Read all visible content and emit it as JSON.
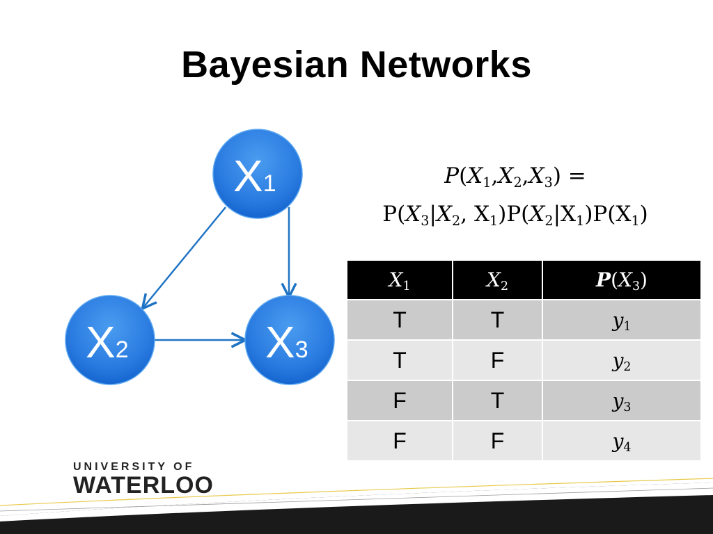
{
  "slide": {
    "title": "Bayesian Networks"
  },
  "graph": {
    "nodes": [
      {
        "id": "x1",
        "name": "X",
        "sub": "1"
      },
      {
        "id": "x2",
        "name": "X",
        "sub": "2"
      },
      {
        "id": "x3",
        "name": "X",
        "sub": "3"
      }
    ],
    "edges": [
      {
        "from": "x1",
        "to": "x2"
      },
      {
        "from": "x1",
        "to": "x3"
      },
      {
        "from": "x2",
        "to": "x3"
      }
    ],
    "colors": {
      "node_fill": "#2a7be0",
      "edge": "#1f73c4"
    }
  },
  "formula": {
    "line1": {
      "p": "P",
      "open": "(",
      "x": "X",
      "s1": "1",
      "comma1": ",",
      "x2": "X",
      "s2": "2",
      "comma2": ",",
      "x3": "X",
      "s3": "3",
      "close": ")",
      "eq": " ="
    },
    "line2": {
      "t1": "P(",
      "a": "X",
      "as": "3",
      "bar1": "|",
      "b": "X",
      "bs": "2",
      "sep": ", X",
      "cs": "1",
      "t2": ")P(",
      "d": "X",
      "ds": "2",
      "t3": "|X",
      "es": "1",
      "t4": ")P(X",
      "fs": "1",
      "t5": ")"
    }
  },
  "table": {
    "headers": [
      {
        "name": "X",
        "sub": "1"
      },
      {
        "name": "X",
        "sub": "2"
      },
      {
        "pre": "P",
        "open": "(",
        "name": "X",
        "sub": "3",
        "close": ")"
      }
    ],
    "rows": [
      {
        "x1": "T",
        "x2": "T",
        "y": "y",
        "ys": "1"
      },
      {
        "x1": "T",
        "x2": "F",
        "y": "y",
        "ys": "2"
      },
      {
        "x1": "F",
        "x2": "T",
        "y": "y",
        "ys": "3"
      },
      {
        "x1": "F",
        "x2": "F",
        "y": "y",
        "ys": "4"
      }
    ],
    "colors": {
      "header": "#000000",
      "row_dark": "#cbcbcb",
      "row_light": "#e7e7e7"
    }
  },
  "logo": {
    "line1": "UNIVERSITY OF",
    "line2": "WATERLOO"
  }
}
